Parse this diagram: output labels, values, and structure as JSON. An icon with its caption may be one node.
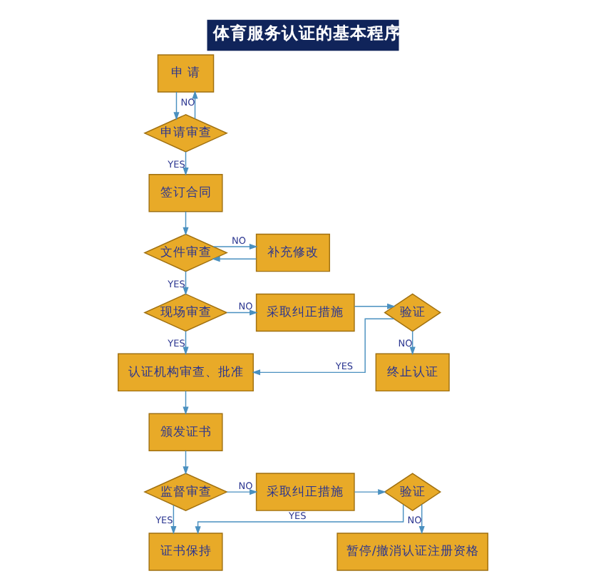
{
  "diagram": {
    "title": "体育服务认证的基本程序",
    "nodes": [
      {
        "text": [
          "申 请"
        ]
      },
      {
        "text": [
          "申请审查"
        ]
      },
      {
        "text": [
          "签订合同"
        ]
      },
      {
        "text": [
          "文件审查"
        ]
      },
      {
        "text": [
          "补充修改"
        ]
      },
      {
        "text": [
          "现场审查"
        ]
      },
      {
        "text": [
          "采取纠正措施"
        ]
      },
      {
        "text": [
          "验证"
        ]
      },
      {
        "text": [
          "终止认证"
        ]
      },
      {
        "text": [
          "认证机构审查、批准"
        ]
      },
      {
        "text": [
          "颁发证书"
        ]
      },
      {
        "text": [
          "监督审查"
        ]
      },
      {
        "text": [
          "采取纠正措施"
        ]
      },
      {
        "text": [
          "验证"
        ]
      },
      {
        "text": [
          "证书保持"
        ]
      },
      {
        "text": [
          "暂停/撤消认证注册资格"
        ]
      }
    ],
    "edges": [
      {
        "from": 0,
        "to": 1,
        "arrow": "to"
      },
      {
        "from": 1,
        "to": 0,
        "arrow": "to",
        "label": "NO"
      },
      {
        "from": 1,
        "to": 2,
        "arrow": "to",
        "label": "YES"
      },
      {
        "from": 2,
        "to": 3,
        "arrow": "to"
      },
      {
        "from": 3,
        "to": 4,
        "arrow": "to",
        "label": "NO"
      },
      {
        "from": 4,
        "to": 3,
        "arrow": "to"
      },
      {
        "from": 3,
        "to": 5,
        "arrow": "to",
        "label": "YES"
      },
      {
        "from": 5,
        "to": 6,
        "arrow": "to",
        "label": "NO"
      },
      {
        "from": 6,
        "to": 7,
        "arrow": "to"
      },
      {
        "from": 7,
        "to": 9,
        "arrow": "to",
        "label": "YES"
      },
      {
        "from": 5,
        "to": 9,
        "arrow": "to",
        "label": "YES"
      },
      {
        "from": 7,
        "to": 8,
        "arrow": "to",
        "label": "NO"
      },
      {
        "from": 9,
        "to": 10,
        "arrow": "to"
      },
      {
        "from": 10,
        "to": 11,
        "arrow": "to"
      },
      {
        "from": 11,
        "to": 12,
        "arrow": "to",
        "label": "NO"
      },
      {
        "from": 12,
        "to": 13,
        "arrow": "to"
      },
      {
        "from": 13,
        "to": 14,
        "arrow": "to",
        "label": "YES"
      },
      {
        "from": 11,
        "to": 14,
        "arrow": "to",
        "label": "YES"
      },
      {
        "from": 13,
        "to": 15,
        "arrow": "to",
        "label": "NO"
      }
    ]
  }
}
